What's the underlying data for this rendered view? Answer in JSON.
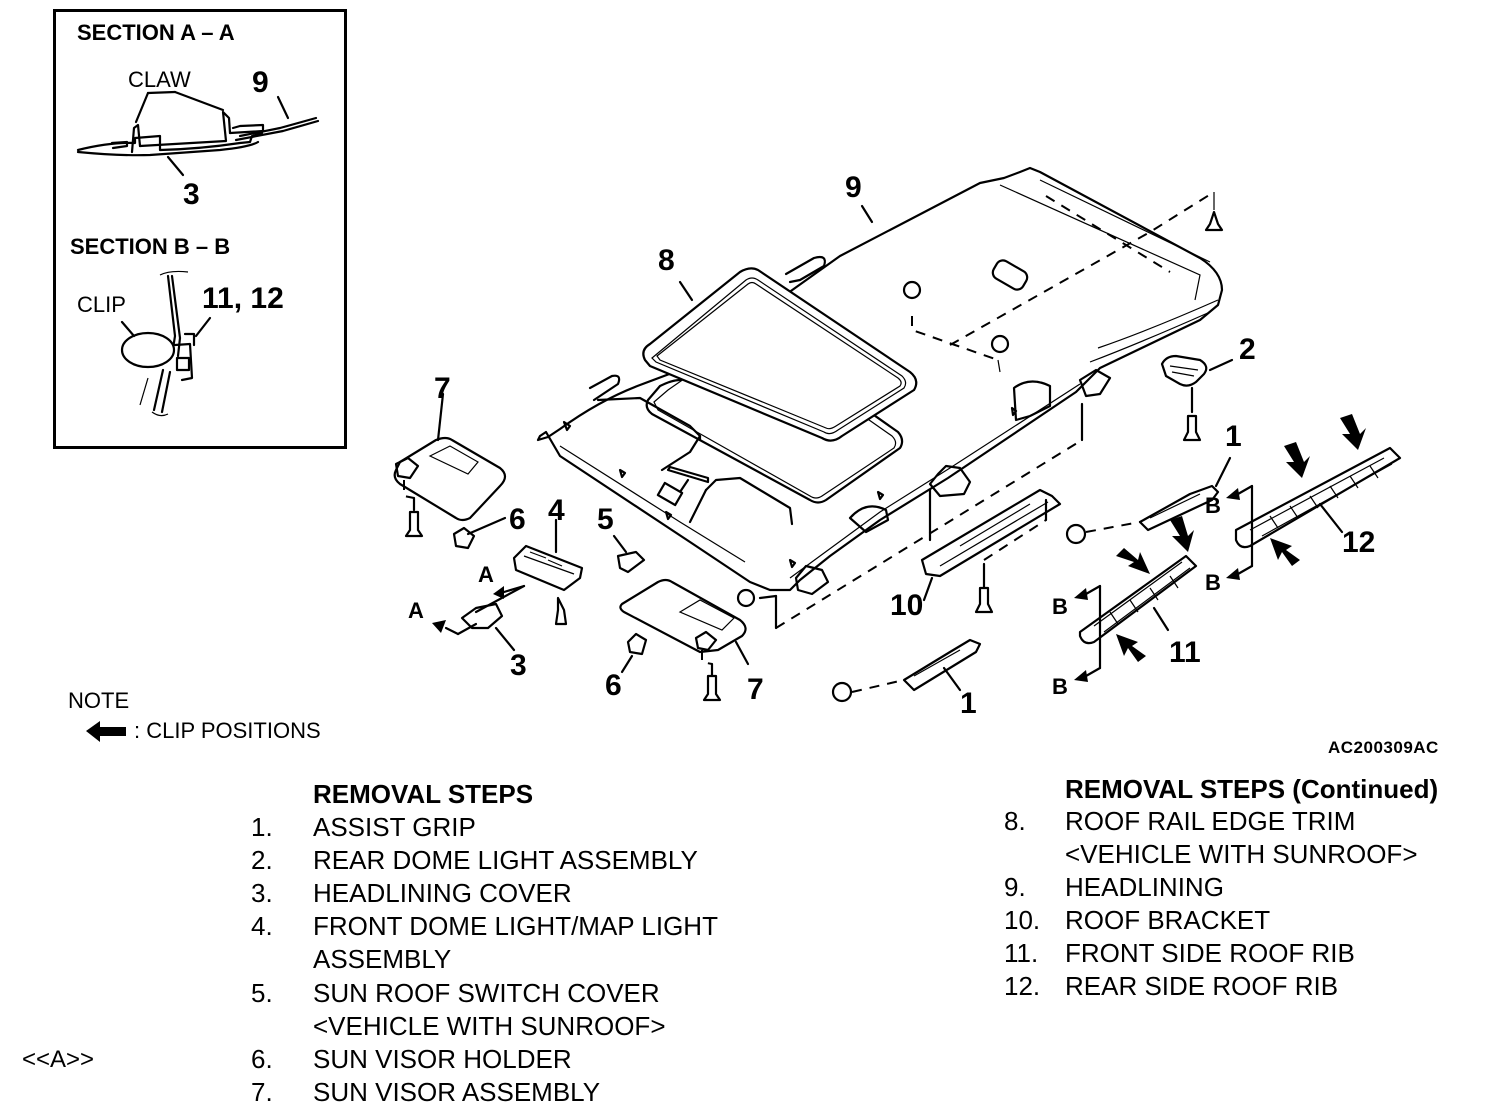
{
  "figure_id": "AC200309AC",
  "inset": {
    "section_a": {
      "title": "SECTION A – A",
      "labels": {
        "claw": "CLAW",
        "part_9": "9",
        "part_3": "3"
      }
    },
    "section_b": {
      "title": "SECTION B – B",
      "labels": {
        "clip": "CLIP",
        "parts": "11, 12"
      }
    }
  },
  "callouts": {
    "c1a": "1",
    "c1b": "1",
    "c2": "2",
    "c3": "3",
    "c4": "4",
    "c5": "5",
    "c6a": "6",
    "c6b": "6",
    "c7a": "7",
    "c7b": "7",
    "c8": "8",
    "c9": "9",
    "c10": "10",
    "c11": "11",
    "c12": "12"
  },
  "section_marks": {
    "a1": "A",
    "a2": "A",
    "b1": "B",
    "b2": "B",
    "b3": "B",
    "b4": "B"
  },
  "note": {
    "title": "NOTE",
    "legend_icon": "clip-position-arrow-icon",
    "legend_text": ": CLIP POSITIONS"
  },
  "removal_steps": {
    "heading": "REMOVAL STEPS",
    "reference_mark": "<<A>>",
    "items": [
      {
        "num": "1.",
        "text": "ASSIST GRIP"
      },
      {
        "num": "2.",
        "text": "REAR DOME LIGHT ASSEMBLY"
      },
      {
        "num": "3.",
        "text": "HEADLINING COVER"
      },
      {
        "num": "4.",
        "text": "FRONT DOME LIGHT/MAP LIGHT",
        "text2": "ASSEMBLY"
      },
      {
        "num": "5.",
        "text": "SUN ROOF SWITCH COVER",
        "text2": "<VEHICLE WITH SUNROOF>"
      },
      {
        "num": "6.",
        "text": "SUN VISOR HOLDER"
      },
      {
        "num": "7.",
        "text": "SUN VISOR ASSEMBLY"
      }
    ]
  },
  "removal_steps_continued": {
    "heading": "REMOVAL STEPS (Continued)",
    "items": [
      {
        "num": "8.",
        "text": "ROOF RAIL EDGE TRIM",
        "text2": "<VEHICLE WITH SUNROOF>"
      },
      {
        "num": "9.",
        "text": "HEADLINING"
      },
      {
        "num": "10.",
        "text": "ROOF BRACKET"
      },
      {
        "num": "11.",
        "text": "FRONT SIDE ROOF RIB"
      },
      {
        "num": "12.",
        "text": "REAR SIDE ROOF RIB"
      }
    ]
  }
}
